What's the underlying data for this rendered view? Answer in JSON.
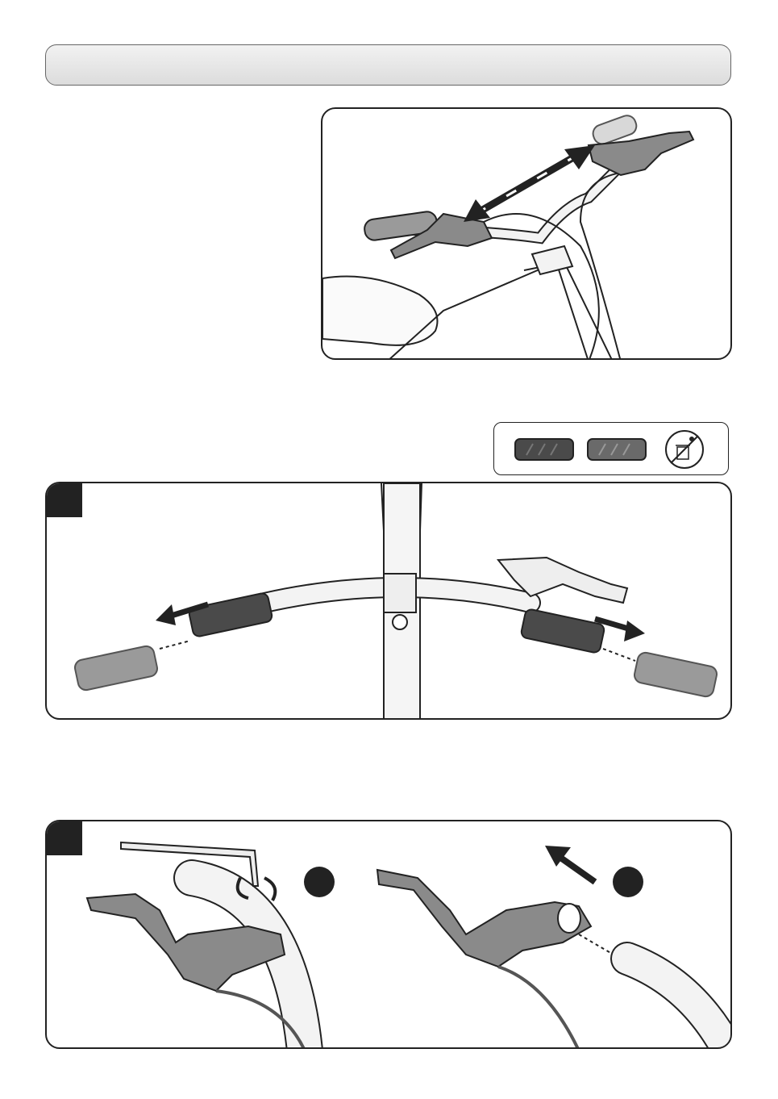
{
  "page": {
    "header": {
      "title": ""
    },
    "intro_text": "",
    "panels": [
      {
        "id": "brake-levers-overview",
        "step": ""
      },
      {
        "id": "replace-grips",
        "step": ""
      },
      {
        "id": "remove-brake-lever",
        "step": "",
        "sub_steps": [
          "",
          ""
        ]
      }
    ],
    "parts_box": {
      "items": [
        "grip-left",
        "grip-right",
        "do-not-discard-icon"
      ]
    }
  },
  "colors": {
    "outline": "#222222",
    "grip_dark": "#4a4a4a",
    "grip_light": "#9a9a9a",
    "lever": "#8a8a8a",
    "bar": "#f3f3f3"
  }
}
